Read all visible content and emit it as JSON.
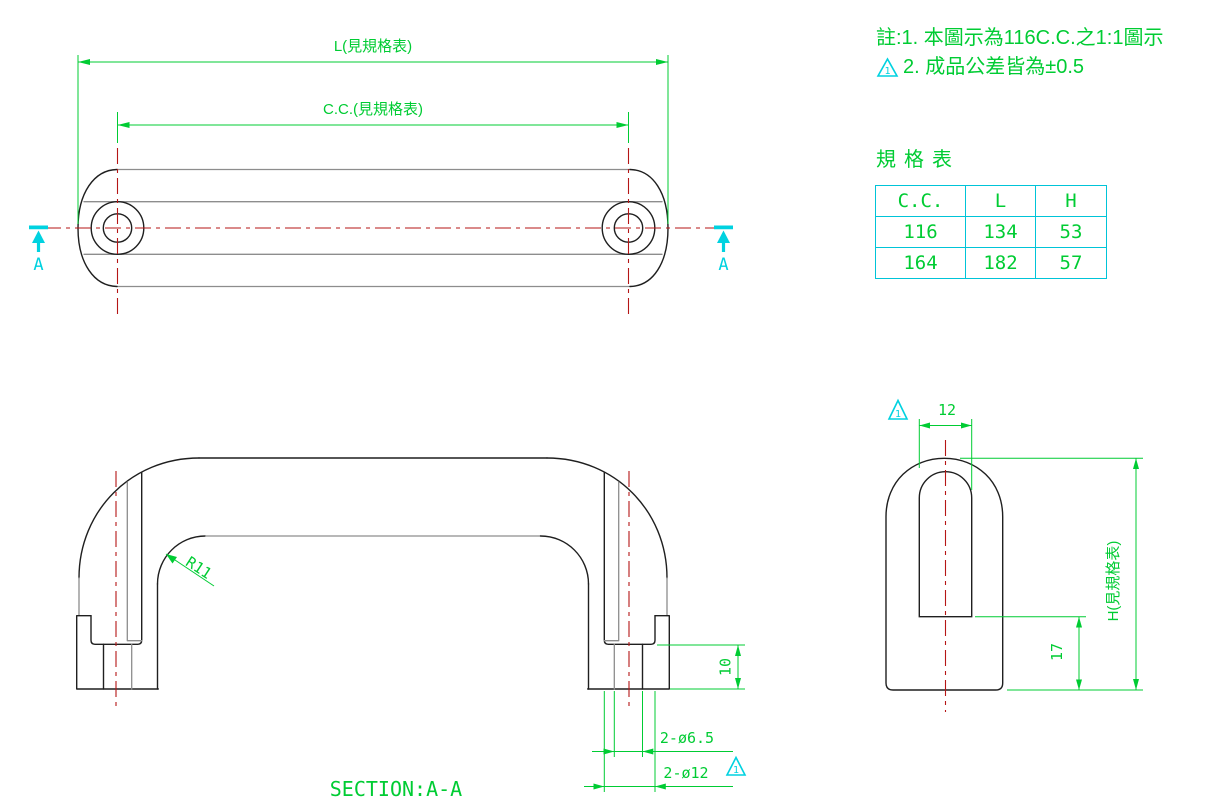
{
  "colors": {
    "object_line": "#1f1f1f",
    "tangent_line": "#8d8d8d",
    "centerline_red": "#b51616",
    "dimension_green": "#00cc33",
    "accent_cyan": "#00d2e0",
    "table_border_cyan": "#00c4d8",
    "background": "#ffffff"
  },
  "notes": {
    "line1": "註:1. 本圖示為116C.C.之1:1圖示",
    "line2": "2. 成品公差皆為±0.5",
    "revision_mark": "1"
  },
  "spec_table": {
    "title": "規格表",
    "headers": [
      "C.C.",
      "L",
      "H"
    ],
    "rows": [
      [
        "116",
        "134",
        "53"
      ],
      [
        "164",
        "182",
        "57"
      ]
    ]
  },
  "top_view": {
    "length_label": "L(見規格表)",
    "cc_label": "C.C.(見規格表)",
    "section_label_left": "A",
    "section_label_right": "A"
  },
  "front_view": {
    "radius_label": "R11",
    "foot_height_label": "10",
    "hole_label": "2-ø6.5",
    "counterbore_label": "2-ø12",
    "revision_mark": "1",
    "caption": "SECTION:A-A"
  },
  "side_view": {
    "slot_width_label": "12",
    "slot_depth_label": "17",
    "height_label": "H(見規格表)",
    "revision_mark": "1"
  }
}
